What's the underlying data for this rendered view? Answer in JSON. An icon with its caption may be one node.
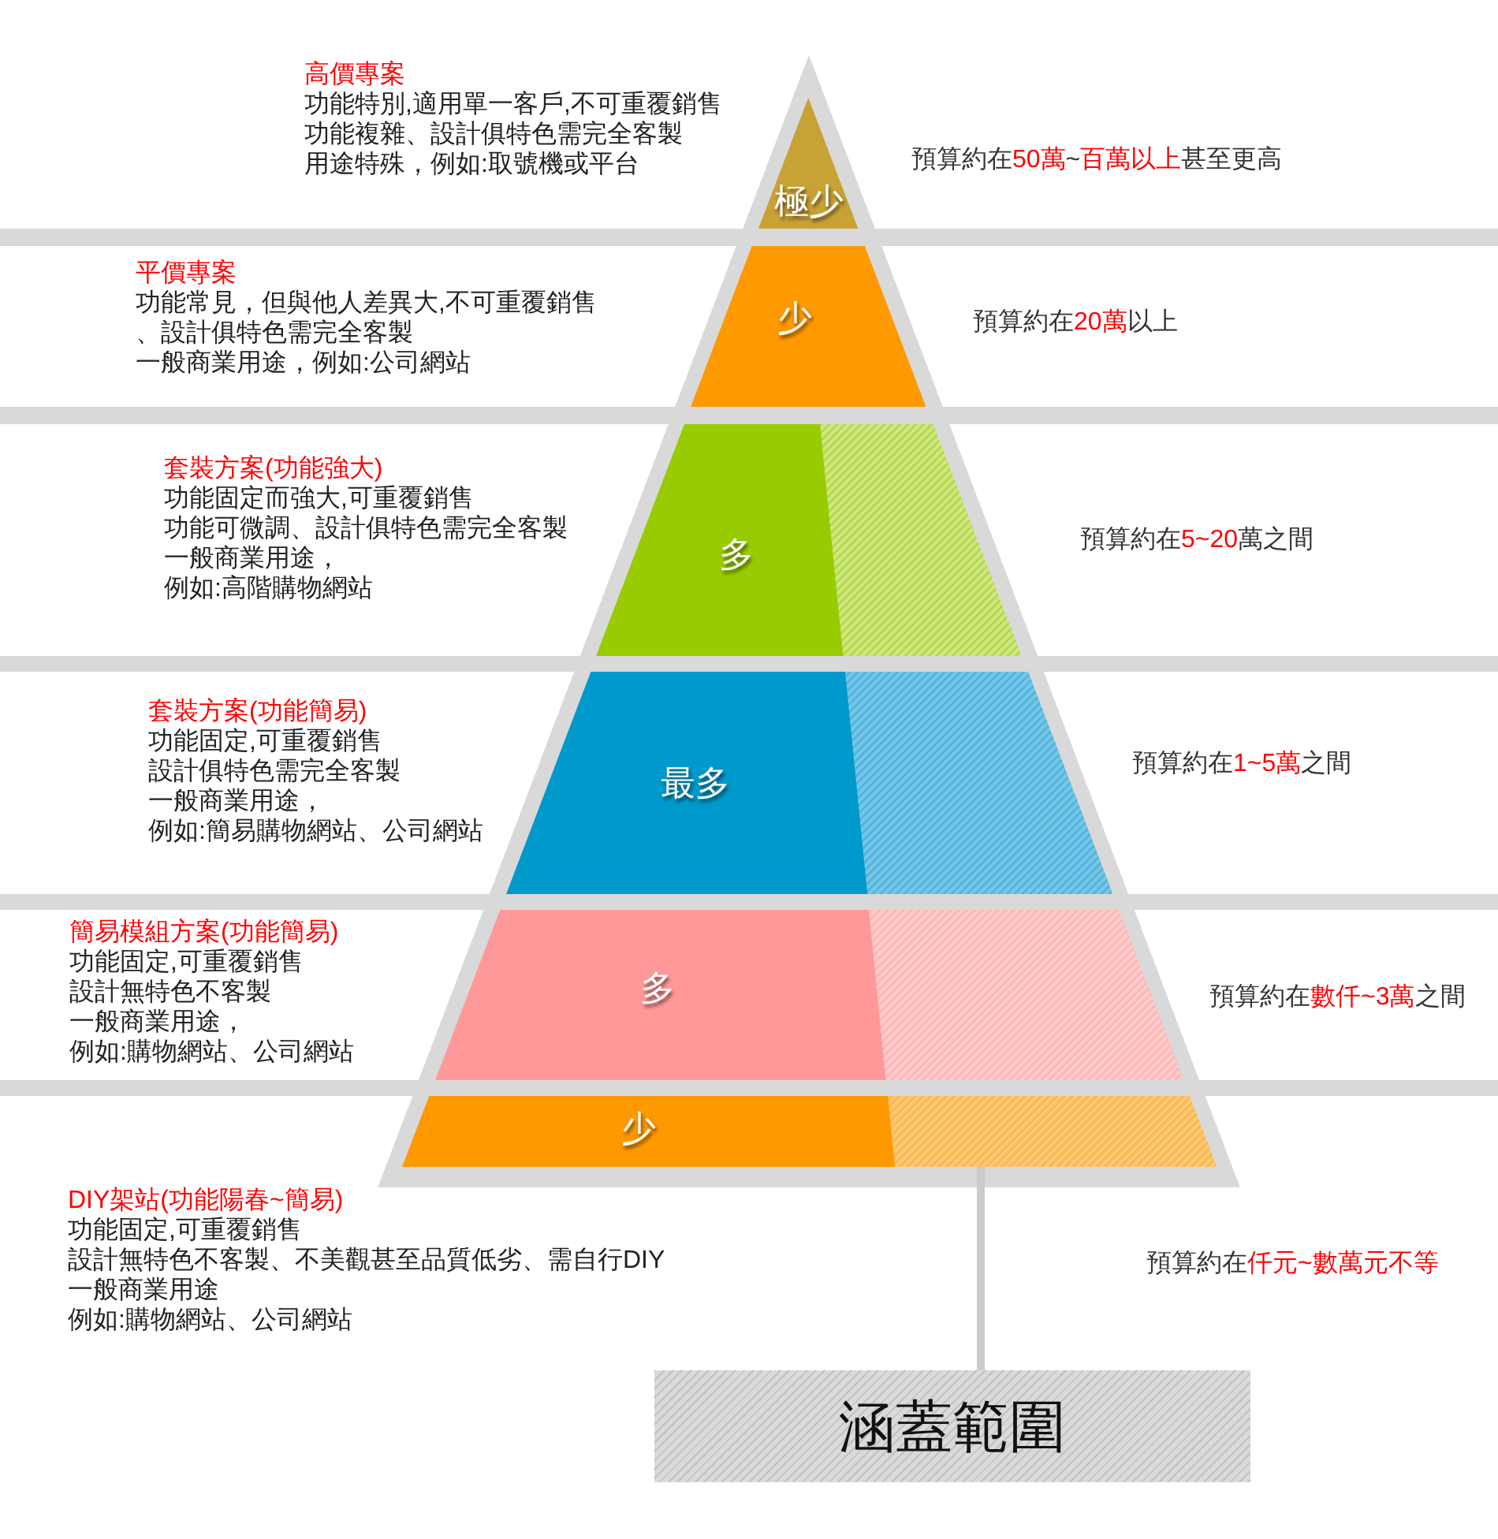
{
  "diagram": {
    "nodes": [
      {
        "text": [
          "極少"
        ],
        "beside": [
          "高價專案",
          "功能特別,適用單一客戶,不可重覆銷售",
          "功能複雜、設計俱特色需完全客製",
          "用途特殊，例如:取號機或平台",
          "預算約在**50萬**~**百萬以上**甚至更高"
        ]
      },
      {
        "text": [
          "少"
        ],
        "beside": [
          "平價專案",
          "功能常見，但與他人差異大,不可重覆銷售",
          "、設計俱特色需完全客製",
          "一般商業用途，例如:公司網站",
          "預算約在**20萬**以上"
        ]
      },
      {
        "text": [
          "多"
        ],
        "beside": [
          "套裝方案(功能強大)",
          "功能固定而強大,可重覆銷售",
          "功能可微調、設計俱特色需完全客製",
          "一般商業用途，",
          "例如:高階購物網站",
          "預算約在**5~20**萬之間"
        ]
      },
      {
        "text": [],
        "shape": "box",
        "in": 2
      },
      {
        "text": [
          "最多"
        ],
        "beside": [
          "套裝方案(功能簡易)",
          "功能固定,可重覆銷售",
          "設計俱特色需完全客製",
          "一般商業用途，",
          "例如:簡易購物網站、公司網站",
          "預算約在**1~5萬**之間"
        ]
      },
      {
        "text": [],
        "shape": "box",
        "in": 4
      },
      {
        "text": [
          "多"
        ],
        "beside": [
          "簡易模組方案(功能簡易)",
          "功能固定,可重覆銷售",
          "設計無特色不客製",
          "一般商業用途，",
          "例如:購物網站、公司網站",
          "預算約在**數仟~3萬**之間"
        ]
      },
      {
        "text": [],
        "shape": "box",
        "in": 6
      },
      {
        "text": [
          "少"
        ],
        "beside": [
          "DIY架站(功能陽春~簡易)",
          "功能固定,可重覆銷售",
          "設計無特色不客製、不美觀甚至品質低劣、需自行DIY",
          "一般商業用途",
          "例如:購物網站、公司網站",
          "預算約在**仟元~數萬元不等**"
        ]
      },
      {
        "text": [],
        "shape": "box",
        "in": 8
      },
      {
        "text": [
          "涵蓋範圍"
        ]
      }
    ],
    "edges": [
      {
        "from": 10,
        "to": 9,
        "arrow": "none"
      }
    ]
  }
}
